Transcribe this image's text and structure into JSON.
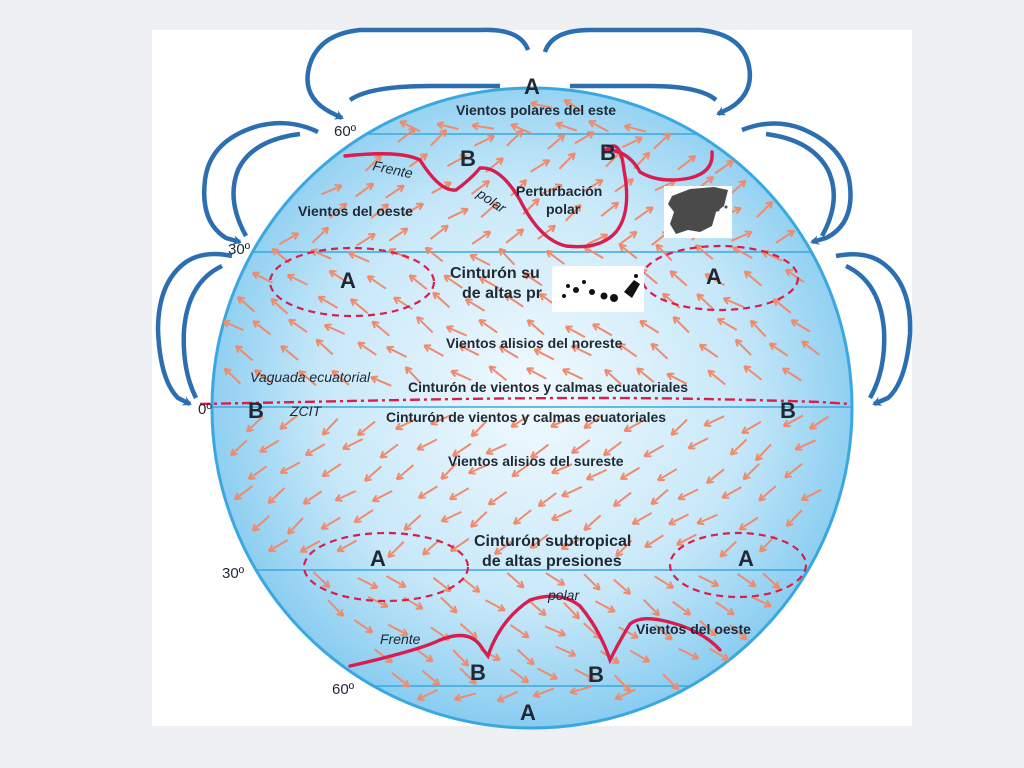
{
  "labels": {
    "polar_easterlies": "Vientos polares del este",
    "westerlies_north": "Vientos del oeste",
    "westerlies_south": "Vientos del oeste",
    "front_north": "Frente",
    "polar_north": "polar",
    "front_south": "Frente",
    "polar_south": "polar",
    "perturbation_l1": "Perturbación",
    "perturbation_l2": "polar",
    "belt_north_l1": "Cinturón su",
    "belt_north_l2": "de altas pr",
    "trades_ne": "Vientos alisios del noreste",
    "trough": "Vaguada ecuatorial",
    "itcz": "ZCIT",
    "calm_north": "Cinturón de vientos y calmas ecuatoriales",
    "calm_south": "Cinturón de vientos y calmas ecuatoriales",
    "trades_se": "Vientos alisios del sureste",
    "belt_south_l1": "Cinturón subtropical",
    "belt_south_l2": "de altas presiones"
  },
  "pressure": {
    "high": "A",
    "low": "B"
  },
  "latitudes": {
    "n60": "60º",
    "n30": "30º",
    "eq": "0º",
    "s30": "30º",
    "s60": "60º"
  },
  "colors": {
    "ocean_center": "#eef8fe",
    "ocean_edge": "#7fc8ef",
    "outline": "#3aa8e0",
    "wind_arrow": "#f08a6c",
    "front_line": "#d81e4e",
    "circulation_cell": "#2c6fb0"
  }
}
